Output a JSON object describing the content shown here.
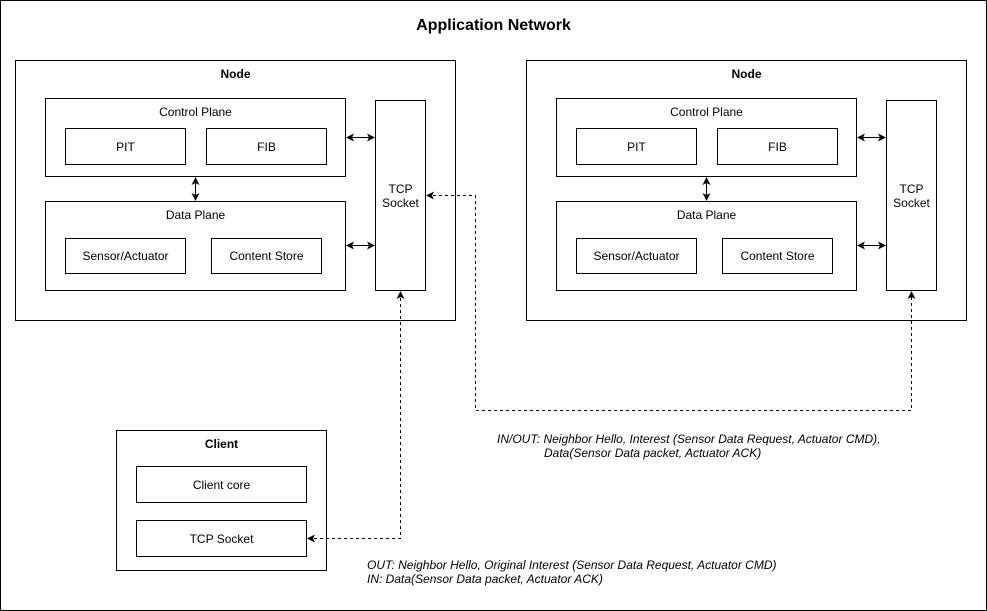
{
  "title": "Application Network",
  "nodes": [
    {
      "title": "Node",
      "control_plane": {
        "title": "Control Plane",
        "pit": "PIT",
        "fib": "FIB"
      },
      "data_plane": {
        "title": "Data Plane",
        "sensor": "Sensor/Actuator",
        "content_store": "Content Store"
      },
      "tcp_socket": {
        "line1": "TCP",
        "line2": "Socket"
      }
    },
    {
      "title": "Node",
      "control_plane": {
        "title": "Control Plane",
        "pit": "PIT",
        "fib": "FIB"
      },
      "data_plane": {
        "title": "Data Plane",
        "sensor": "Sensor/Actuator",
        "content_store": "Content Store"
      },
      "tcp_socket": {
        "line1": "TCP",
        "line2": "Socket"
      }
    }
  ],
  "client": {
    "title": "Client",
    "core": "Client core",
    "tcp_socket": "TCP Socket"
  },
  "notes": {
    "node_to_node_line1": "IN/OUT: Neighbor Hello, Interest (Sensor Data Request, Actuator CMD),",
    "node_to_node_line2": "Data(Sensor Data packet, Actuator ACK)",
    "client_line1": "OUT: Neighbor Hello, Original Interest (Sensor Data Request, Actuator CMD)",
    "client_line2": "IN: Data(Sensor Data packet, Actuator ACK)"
  }
}
